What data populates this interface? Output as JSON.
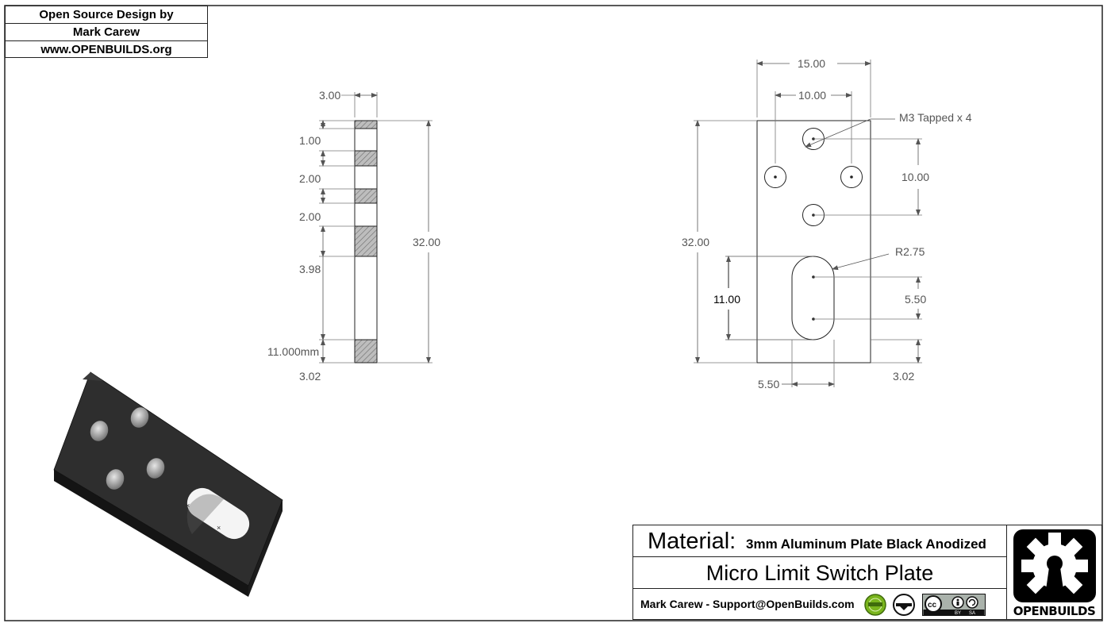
{
  "credits": {
    "line1": "Open Source Design by",
    "line2": "Mark Carew",
    "line3": "www.OPENBUILDS.org"
  },
  "side_view": {
    "dims": {
      "width": "3.00",
      "d1": "1.00",
      "d2": "2.00",
      "d3": "2.00",
      "d4": "3.98",
      "d5": "11.000mm",
      "d6": "3.02",
      "height": "32.00"
    }
  },
  "front_view": {
    "dims": {
      "width_total": "15.00",
      "width_holes": "10.00",
      "hole_note": "M3 Tapped x 4",
      "hole_spacing_v": "10.00",
      "height": "32.00",
      "slot_radius": "R2.75",
      "slot_length": "11.00",
      "slot_spacing": "5.50",
      "slot_offset_x": "5.50",
      "slot_bottom": "3.02"
    }
  },
  "title_block": {
    "material_label": "Material:",
    "material_value": "3mm Aluminum Plate Black Anodized",
    "part_name": "Micro Limit Switch Plate",
    "author": "Mark Carew - Support@OpenBuilds.com",
    "cc_text": "cc",
    "cc_by": "BY",
    "cc_sa": "SA",
    "logo_text": "OPENBUILDS"
  },
  "colors": {
    "frame": "#222222",
    "dimension": "#555555",
    "plate_black": "#2a2a2a",
    "hatch": "#999999",
    "badge_green": "#7ab51d"
  }
}
